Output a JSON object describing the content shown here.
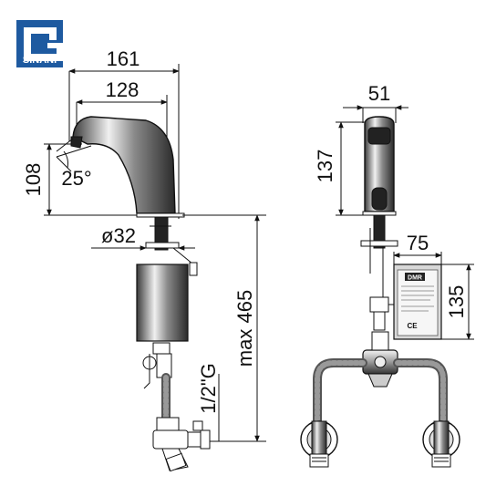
{
  "logo": {
    "text": "SINANI",
    "color": "#1e5aa0"
  },
  "side_view": {
    "dim_overall_width": "161",
    "dim_spout_reach": "128",
    "dim_height": "108",
    "dim_angle": "25°",
    "dim_diameter": "ø32",
    "dim_max_length": "max 465",
    "dim_thread": "1/2\"G"
  },
  "front_view": {
    "dim_width": "51",
    "dim_height": "137",
    "box_width": "75",
    "box_height": "135",
    "box_label": "DMR",
    "ce_mark": "CE"
  },
  "colors": {
    "line": "#111111",
    "chrome_dark": "#444444",
    "chrome_light": "#f2f2f2",
    "hose": "#555555"
  }
}
